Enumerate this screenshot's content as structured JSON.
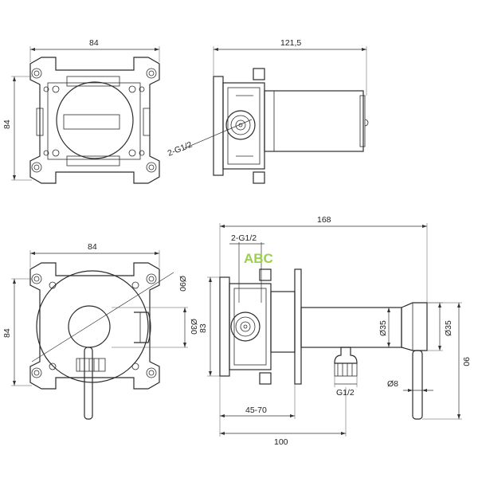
{
  "dimensions": {
    "top_left_width": "84",
    "top_left_height": "84",
    "top_right_length": "121,5",
    "top_right_thread": "2-G1/2",
    "bottom_left_width": "84",
    "bottom_left_height": "84",
    "bottom_left_plate_diam": "Ø90",
    "bottom_left_handle_diam": "Ø30",
    "bottom_right_total": "168",
    "bottom_right_thread": "2-G1/2",
    "bottom_right_height": "83",
    "bottom_right_body_diam": "Ø35",
    "bottom_right_handle_diam": "Ø35",
    "bottom_right_overall_height": "90",
    "bottom_right_lever_diam": "Ø8",
    "bottom_right_outlet_thread": "G1/2",
    "bottom_right_depth_range": "45-70",
    "bottom_right_depth": "100"
  },
  "watermark": {
    "logo": "ABC"
  }
}
